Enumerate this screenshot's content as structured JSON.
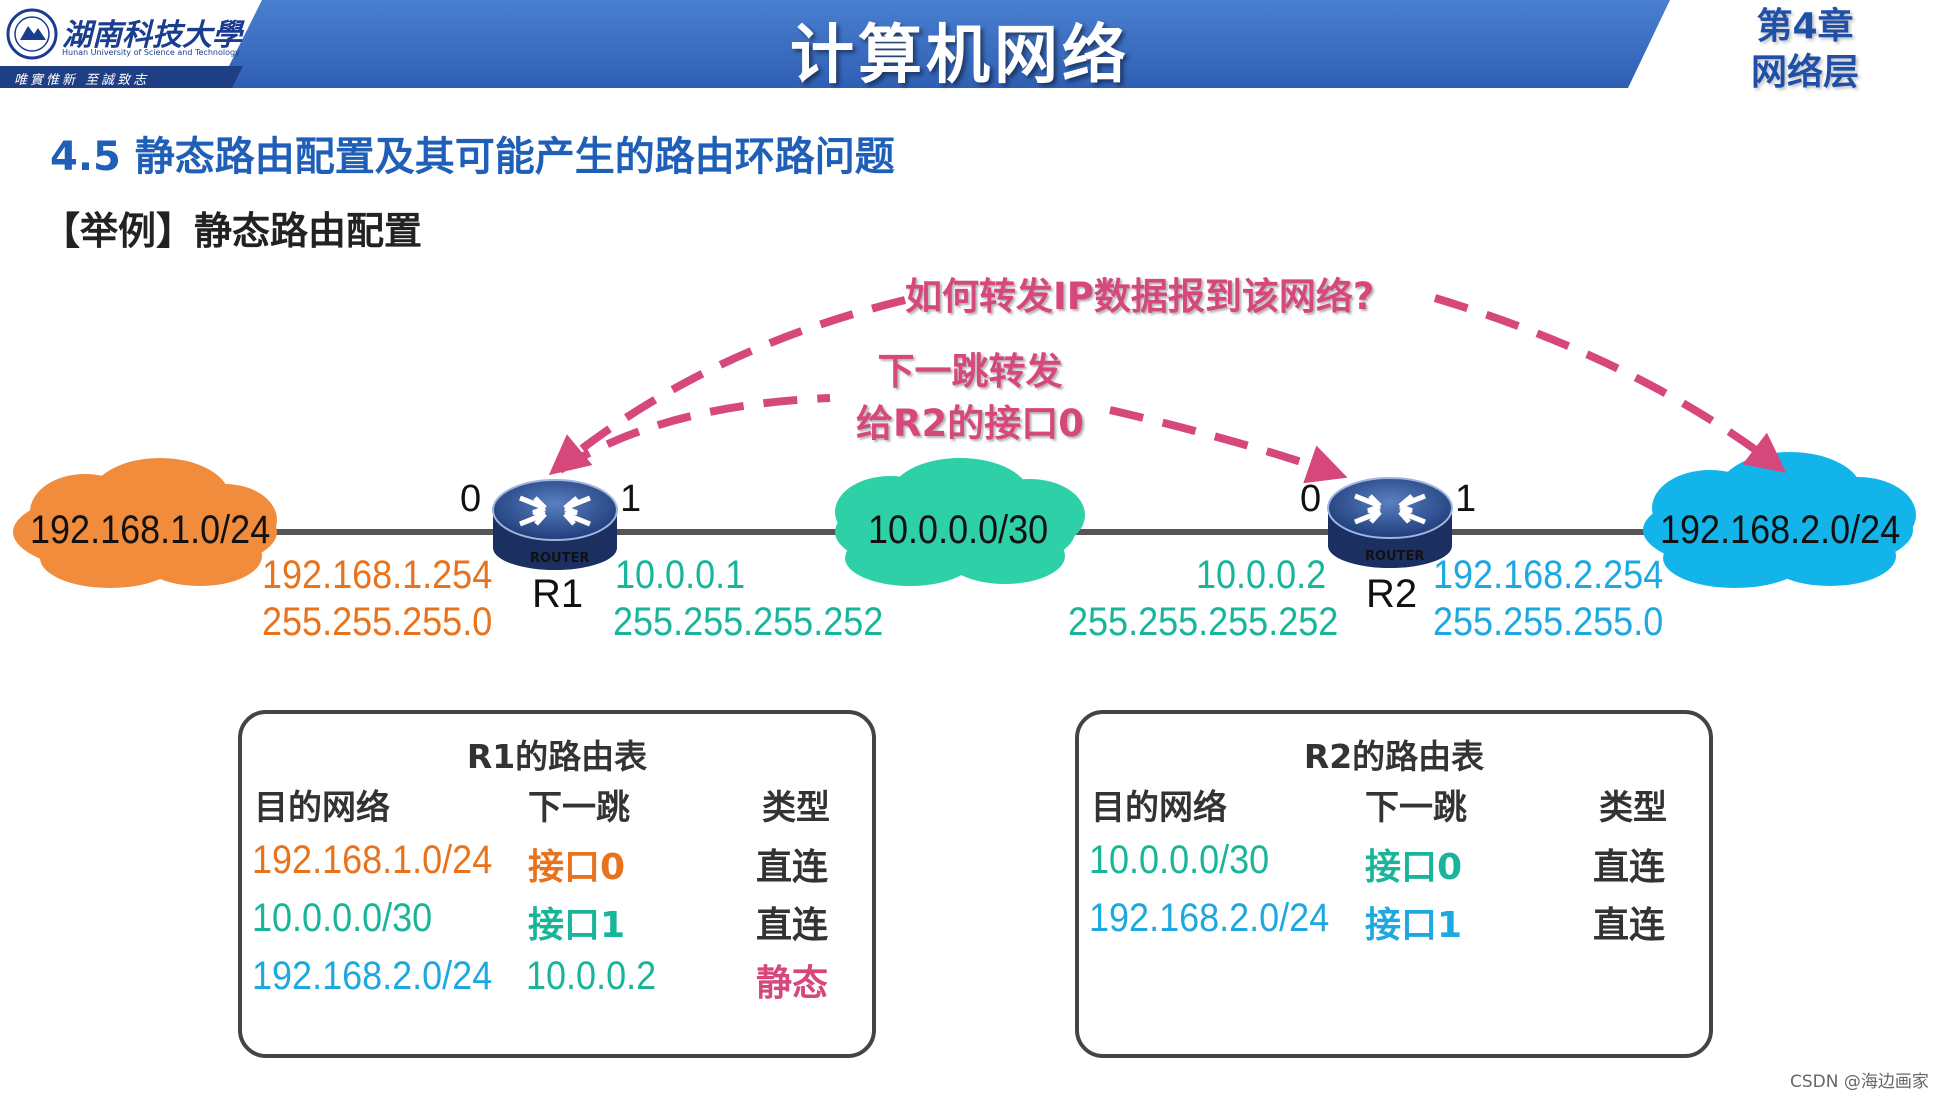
{
  "header": {
    "university_cn": "湖南科技大學",
    "university_en": "Hunan University of Science and Technology",
    "motto": "唯實惟新  至誠致志",
    "course_title": "计算机网络",
    "chapter_line1": "第4章",
    "chapter_line2": "网络层"
  },
  "slide": {
    "section_title": "4.5 静态路由配置及其可能产生的路由环路问题",
    "example_label": "【举例】静态路由配置"
  },
  "callouts": {
    "question": "如何转发IP数据报到该网络?",
    "next_hop_line1": "下一跳转发",
    "next_hop_line2": "给R2的接口0"
  },
  "topology": {
    "net_left": "192.168.1.0/24",
    "net_middle": "10.0.0.0/30",
    "net_right": "192.168.2.0/24",
    "router_badge": "ROUTER",
    "r1": {
      "name": "R1",
      "if0": "0",
      "if1": "1",
      "if0_ip": "192.168.1.254",
      "if0_mask": "255.255.255.0",
      "if1_ip": "10.0.0.1",
      "if1_mask": "255.255.255.252"
    },
    "r2": {
      "name": "R2",
      "if0": "0",
      "if1": "1",
      "if0_ip": "10.0.0.2",
      "if0_mask": "255.255.255.252",
      "if1_ip": "192.168.2.254",
      "if1_mask": "255.255.255.0"
    }
  },
  "r1_table": {
    "title": "R1的路由表",
    "headers": [
      "目的网络",
      "下一跳",
      "类型"
    ],
    "rows": [
      {
        "dest": "192.168.1.0/24",
        "next_hop": "接口0",
        "type": "直连"
      },
      {
        "dest": "10.0.0.0/30",
        "next_hop": "接口1",
        "type": "直连"
      },
      {
        "dest": "192.168.2.0/24",
        "next_hop": "10.0.0.2",
        "type": "静态"
      }
    ]
  },
  "r2_table": {
    "title": "R2的路由表",
    "headers": [
      "目的网络",
      "下一跳",
      "类型"
    ],
    "rows": [
      {
        "dest": "10.0.0.0/30",
        "next_hop": "接口0",
        "type": "直连"
      },
      {
        "dest": "192.168.2.0/24",
        "next_hop": "接口1",
        "type": "直连"
      }
    ]
  },
  "footer": {
    "credit": "CSDN @海边画家"
  },
  "colors": {
    "header_blue": "#3a6fc4",
    "orange": "#e8731c",
    "teal": "#19b59b",
    "blue": "#1ea8e0",
    "pink": "#d6477c"
  }
}
